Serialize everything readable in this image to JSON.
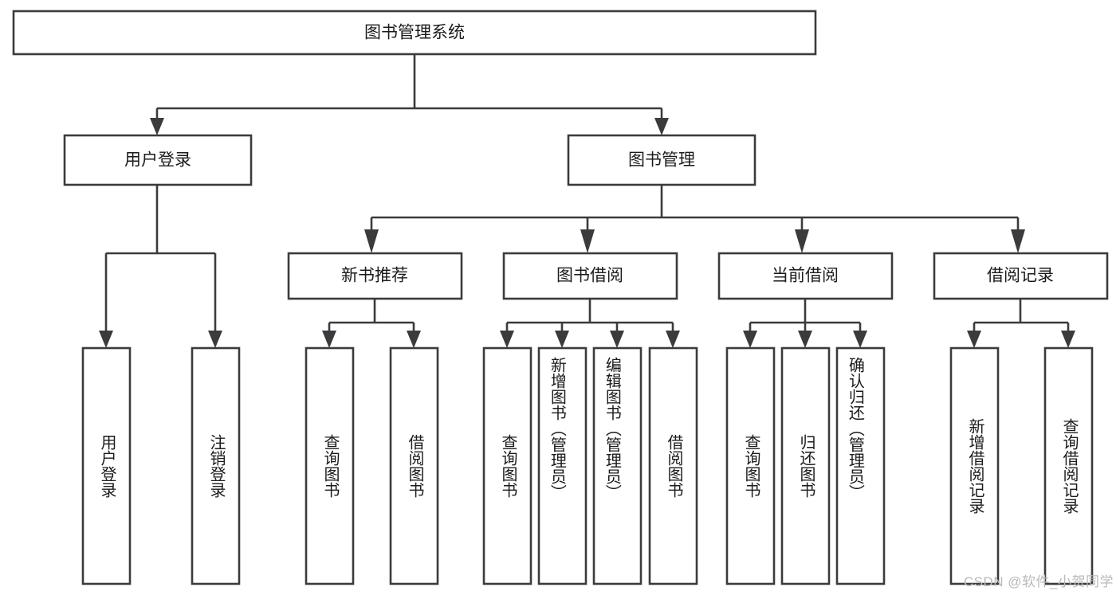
{
  "diagram": {
    "type": "tree-hierarchy",
    "title": "图书管理系统",
    "watermark": "CSDN @软件_小贺同学",
    "colors": {
      "background": "#ffffff",
      "stroke": "#3b3b3d",
      "text": "#1b1b1b",
      "watermark": "#b9b9b9"
    },
    "levels": {
      "root": {
        "label": "图书管理系统"
      },
      "level2": [
        {
          "label": "用户登录"
        },
        {
          "label": "图书管理"
        }
      ],
      "level3": [
        {
          "label": "新书推荐"
        },
        {
          "label": "图书借阅"
        },
        {
          "label": "当前借阅"
        },
        {
          "label": "借阅记录"
        }
      ],
      "level4": [
        {
          "label": "用户登录",
          "parent": "用户登录"
        },
        {
          "label": "注销登录",
          "parent": "用户登录"
        },
        {
          "label": "查询图书",
          "parent": "新书推荐"
        },
        {
          "label": "借阅图书",
          "parent": "新书推荐"
        },
        {
          "label": "查询图书",
          "parent": "图书借阅"
        },
        {
          "label": "新增图书（管理员）",
          "parent": "图书借阅"
        },
        {
          "label": "编辑图书（管理员）",
          "parent": "图书借阅"
        },
        {
          "label": "借阅图书",
          "parent": "图书借阅"
        },
        {
          "label": "查询图书",
          "parent": "当前借阅"
        },
        {
          "label": "归还图书",
          "parent": "当前借阅"
        },
        {
          "label": "确认归还（管理员）",
          "parent": "当前借阅"
        },
        {
          "label": "新增借阅记录",
          "parent": "借阅记录"
        },
        {
          "label": "查询借阅记录",
          "parent": "借阅记录"
        }
      ]
    }
  }
}
